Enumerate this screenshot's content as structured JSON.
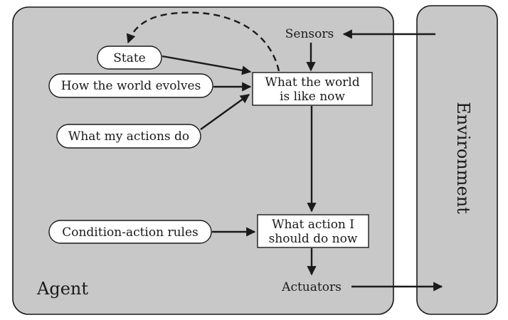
{
  "agent": {
    "label": "Agent",
    "sensors": "Sensors",
    "actuators": "Actuators",
    "state": "State",
    "how_world_evolves": "How the world evolves",
    "what_actions_do": "What my actions do",
    "condition_action_rules": "Condition-action rules",
    "world_now": [
      "What the world",
      "is like now"
    ],
    "action_now": [
      "What action I",
      "should do now"
    ]
  },
  "environment": {
    "label": "Environment"
  }
}
